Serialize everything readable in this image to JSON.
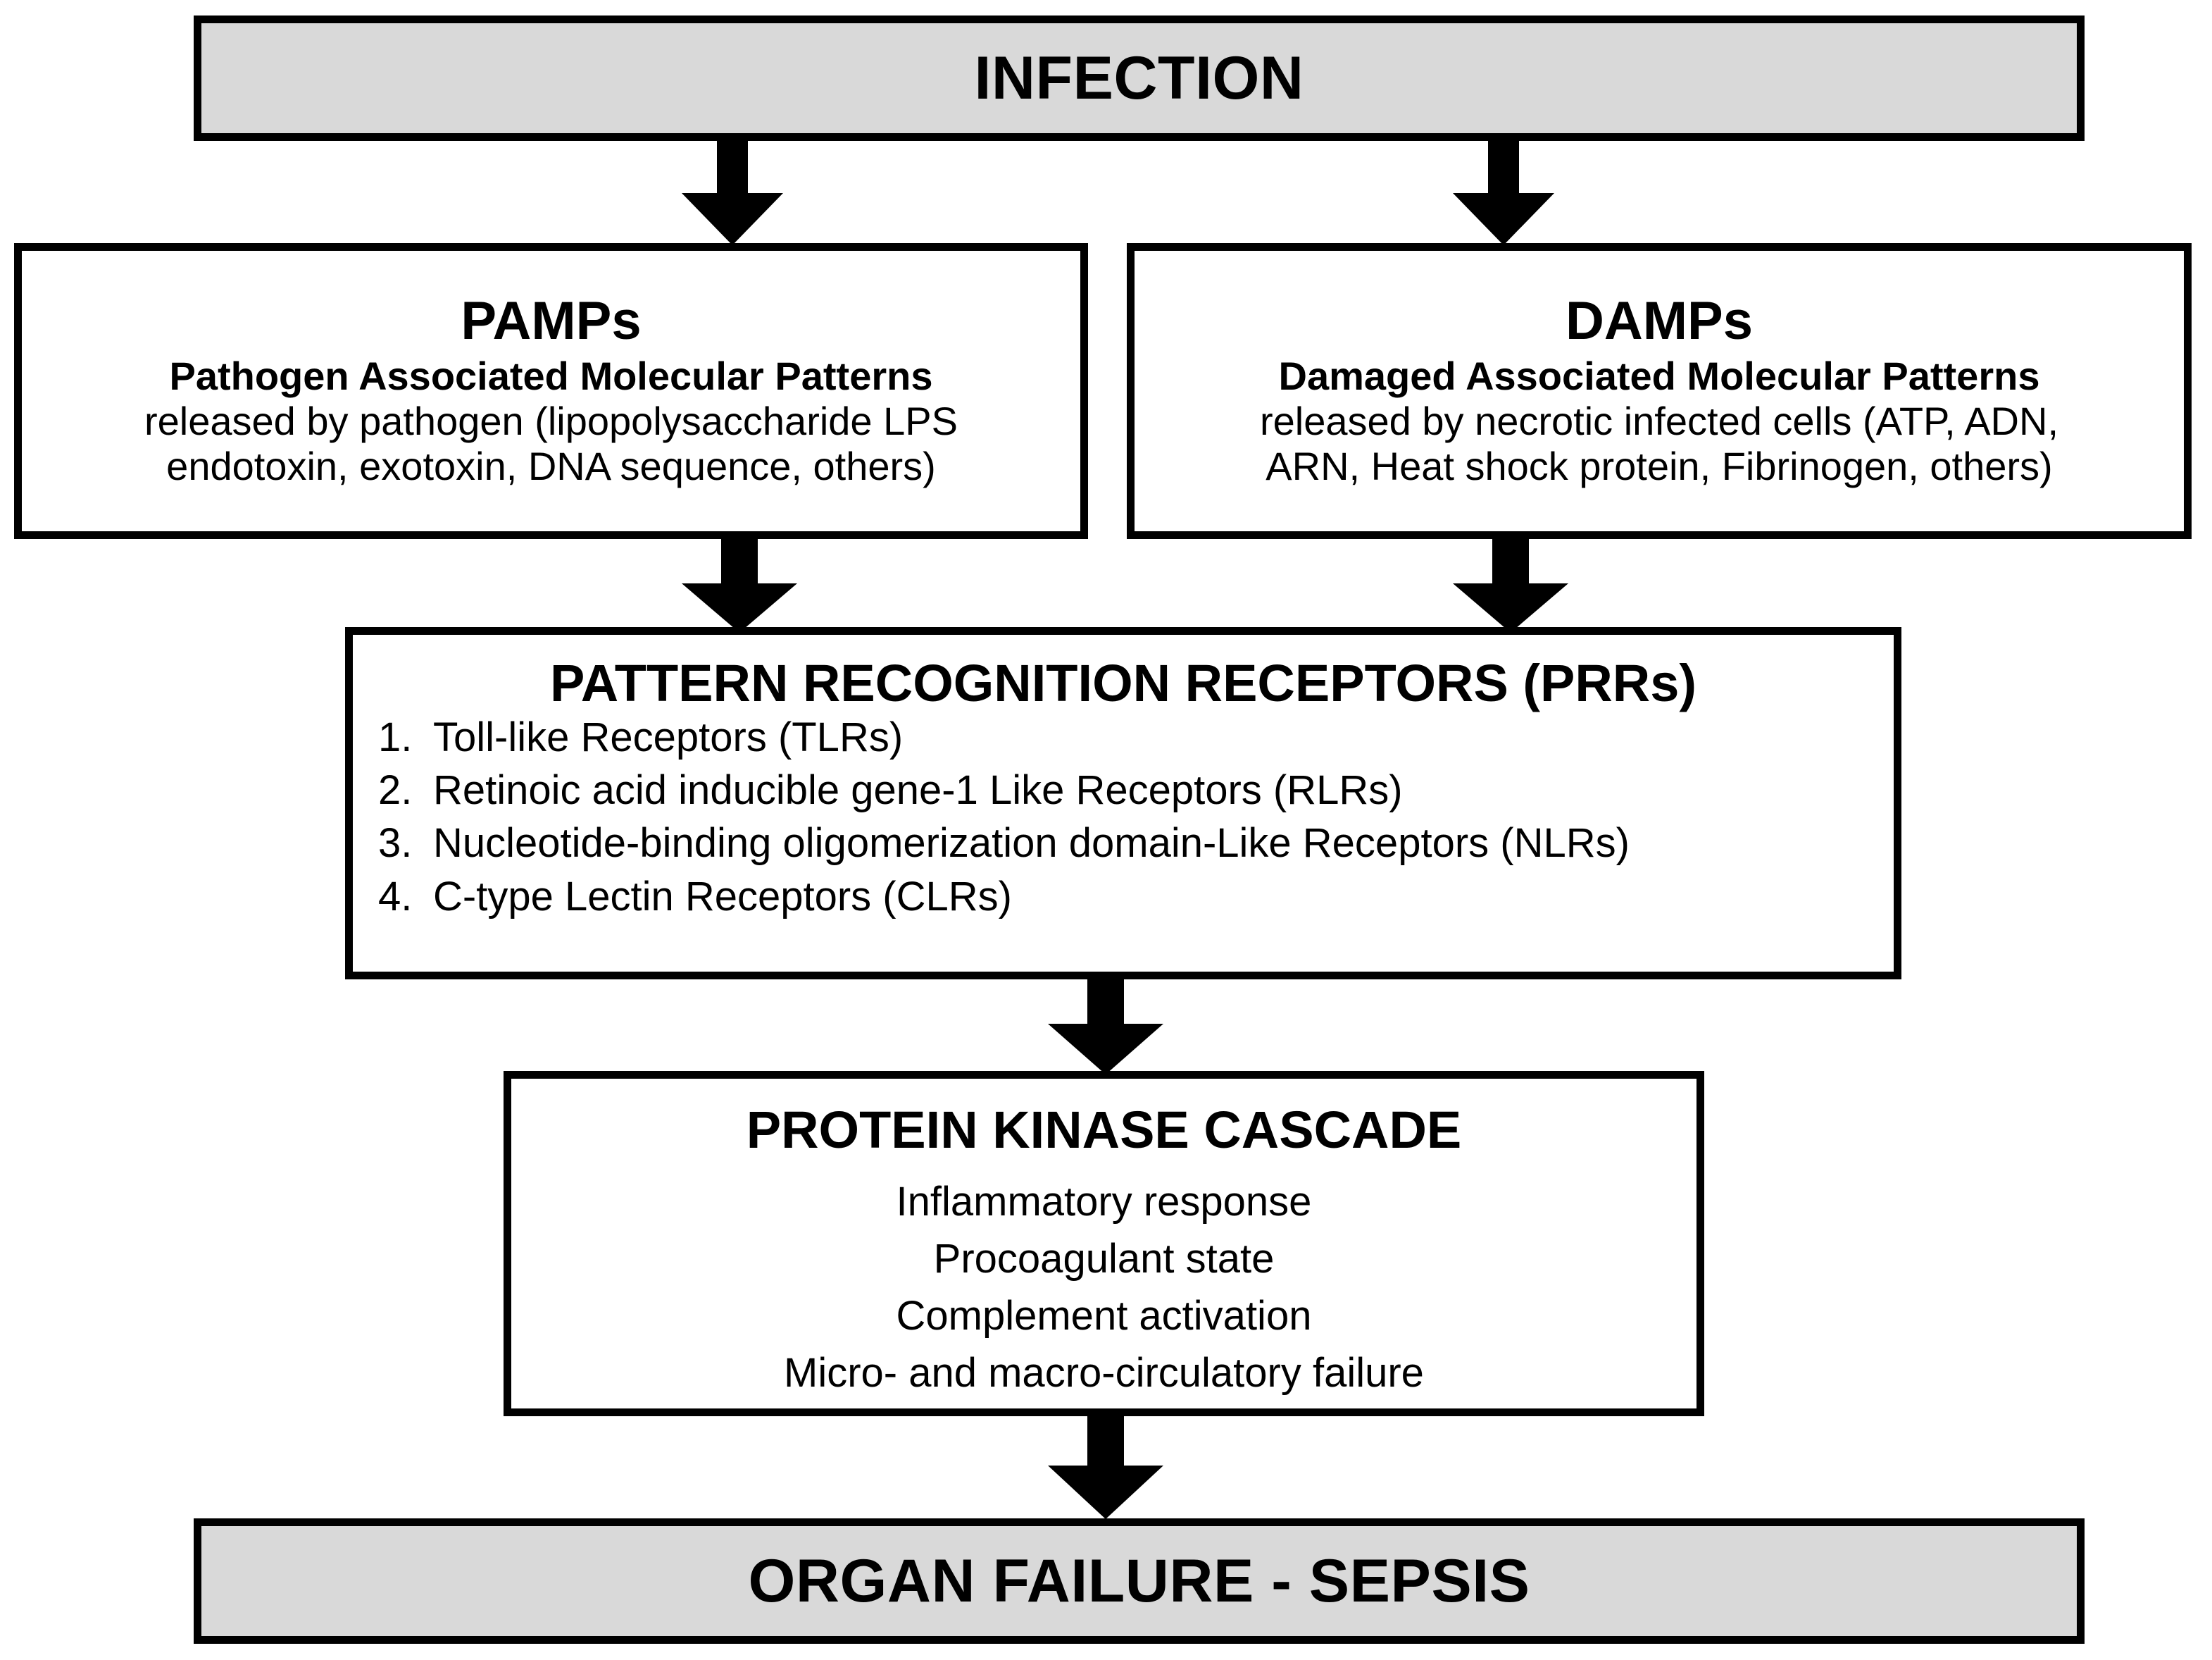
{
  "diagram": {
    "title": "Sepsis pathophysiology flowchart",
    "colors": {
      "banner_fill": "#d9d9d9",
      "box_fill": "#ffffff",
      "stroke": "#000000"
    },
    "nodes": {
      "infection": {
        "label": "INFECTION"
      },
      "pamps": {
        "title": "PAMPs",
        "subtitle": "Pathogen Associated Molecular Patterns",
        "body_line_1": "released by pathogen (lipopolysaccharide LPS",
        "body_line_2": "endotoxin, exotoxin, DNA sequence, others)"
      },
      "damps": {
        "title": "DAMPs",
        "subtitle": "Damaged Associated Molecular Patterns",
        "body_line_1": "released by necrotic infected cells (ATP, ADN,",
        "body_line_2": "ARN, Heat shock protein, Fibrinogen, others)"
      },
      "prrs": {
        "title": "PATTERN RECOGNITION RECEPTORS (PRRs)",
        "items": [
          {
            "num": "1.",
            "text": "Toll-like Receptors (TLRs)"
          },
          {
            "num": "2.",
            "text": "Retinoic acid inducible gene-1 Like Receptors (RLRs)"
          },
          {
            "num": "3.",
            "text": "Nucleotide-binding oligomerization domain-Like Receptors (NLRs)"
          },
          {
            "num": "4.",
            "text": "C-type Lectin Receptors (CLRs)"
          }
        ]
      },
      "protein_kinase_cascade": {
        "title": "PROTEIN KINASE CASCADE",
        "lines": [
          "Inflammatory response",
          "Procoagulant state",
          "Complement activation",
          "Micro- and macro-circulatory failure"
        ]
      },
      "outcome": {
        "label": "ORGAN FAILURE - SEPSIS"
      }
    },
    "edges": [
      {
        "id": "infection-to-pamps",
        "from": "INFECTION",
        "to": "PAMPs"
      },
      {
        "id": "infection-to-damps",
        "from": "INFECTION",
        "to": "DAMPs"
      },
      {
        "id": "pamps-to-prrs",
        "from": "PAMPs",
        "to": "PATTERN RECOGNITION RECEPTORS (PRRs)"
      },
      {
        "id": "damps-to-prrs",
        "from": "DAMPs",
        "to": "PATTERN RECOGNITION RECEPTORS (PRRs)"
      },
      {
        "id": "prrs-to-pkc",
        "from": "PATTERN RECOGNITION RECEPTORS (PRRs)",
        "to": "PROTEIN KINASE CASCADE"
      },
      {
        "id": "pkc-to-outcome",
        "from": "PROTEIN KINASE CASCADE",
        "to": "ORGAN FAILURE - SEPSIS"
      }
    ]
  }
}
